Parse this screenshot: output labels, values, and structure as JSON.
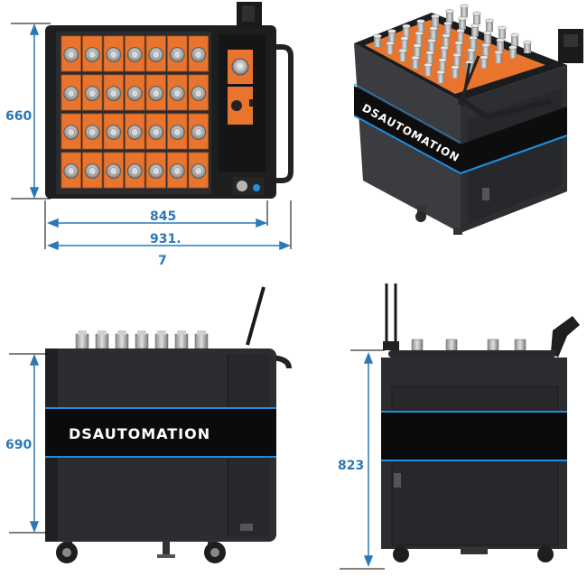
{
  "dimensions": {
    "height_top": "660",
    "width_inner": "845",
    "width_outer": "931.",
    "width_outer_extra": "7",
    "height_side": "690",
    "height_back": "823"
  },
  "brand": {
    "logo_text": "DSAUTOMATION"
  },
  "colors": {
    "dimension": "#2a78b8",
    "cart_body": "#2b2d31",
    "cart_dark": "#17181a",
    "accent_orange": "#e8742d",
    "accent_blue": "#1e8fe0"
  },
  "tray": {
    "rows": 4,
    "columns": 7
  }
}
